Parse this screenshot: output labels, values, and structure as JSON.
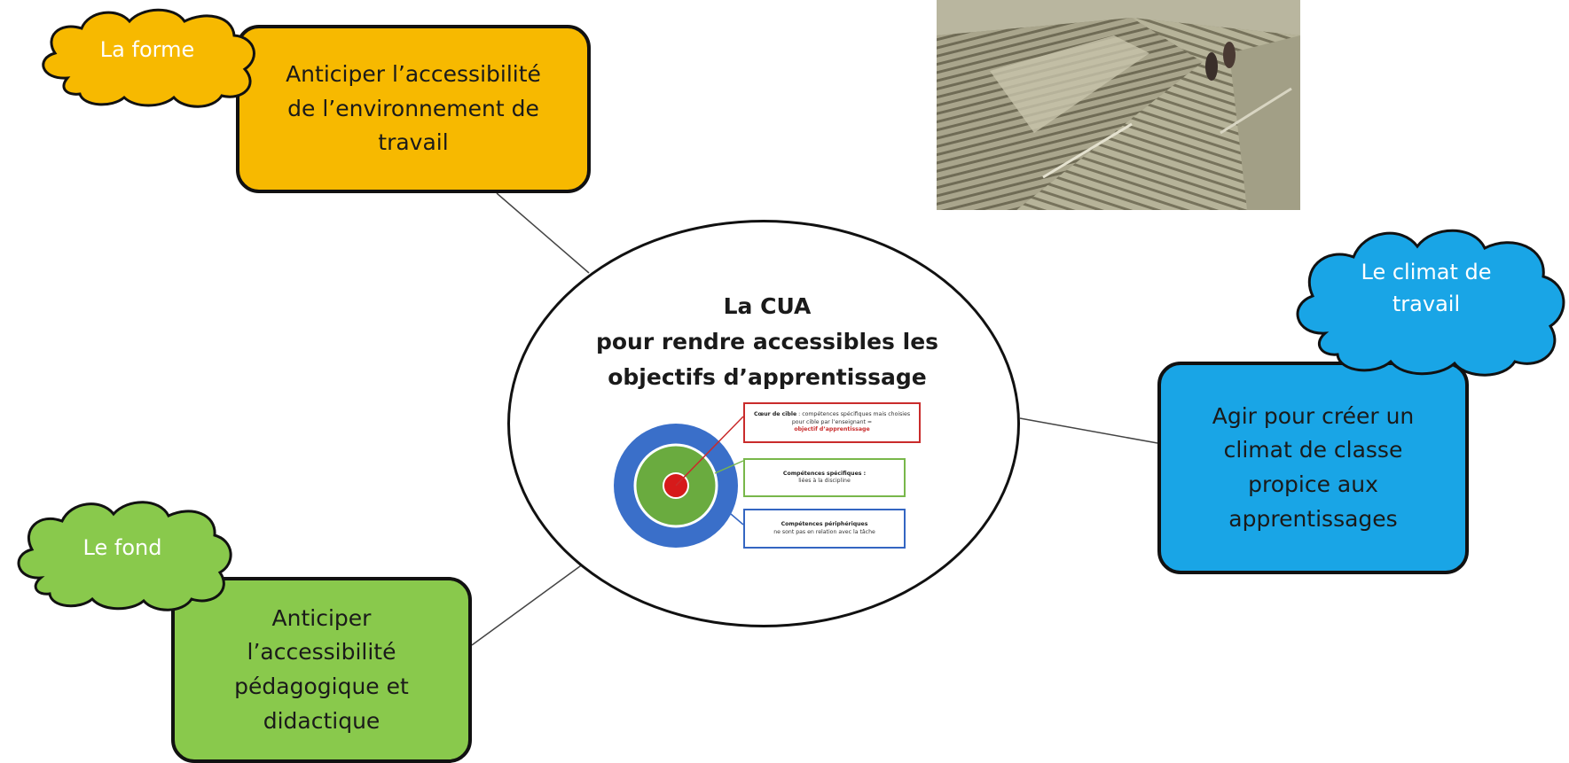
{
  "center": {
    "title_line1": "La CUA",
    "title_line2": "pour rendre accessibles les",
    "title_line3": "objectifs d’apprentissage",
    "target_figure": {
      "coeur_title": "Cœur de cible",
      "coeur_text": " : compétences spécifiques mais choisies pour cible par l’enseignant =",
      "coeur_emph": "objectif d’apprentissage",
      "specifiques_title": "Compétences spécifiques :",
      "specifiques_text": "liées à la discipline",
      "peripheriques_title": "Compétences périphériques",
      "peripheriques_text": "ne sont pas en relation avec la tâche"
    }
  },
  "nodes": {
    "forme": {
      "cloud_label": "La forme",
      "box_text": "Anticiper l’accessibilité\nde l’environnement de\ntravail"
    },
    "fond": {
      "cloud_label": "Le fond",
      "box_text": "Anticiper\nl’accessibilité\npédagogique et\ndidactique"
    },
    "climat": {
      "cloud_label": "Le climat de\ntravail",
      "box_text": "Agir pour créer un\nclimat de classe\npropice aux\napprentissages"
    }
  },
  "colors": {
    "forme": "#f7b900",
    "fond": "#89c94c",
    "climat": "#19a5e6",
    "target_outer": "#3a6fc9",
    "target_middle": "#6aab3f",
    "target_core": "#d61a1a"
  }
}
